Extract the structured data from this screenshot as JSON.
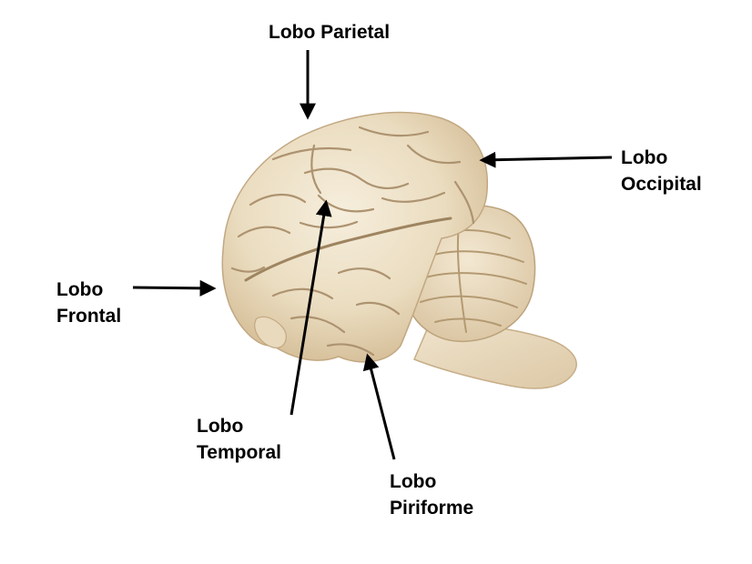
{
  "labels": {
    "parietal": {
      "line1": "Lobo Parietal",
      "line2": ""
    },
    "occipital": {
      "line1": "Lobo",
      "line2": "Occipital"
    },
    "frontal": {
      "line1": "Lobo",
      "line2": "Frontal"
    },
    "temporal": {
      "line1": "Lobo",
      "line2": "Temporal"
    },
    "piriforme": {
      "line1": "Lobo",
      "line2": "Piriforme"
    }
  },
  "colors": {
    "text": "#000000",
    "arrow": "#000000",
    "background": "#ffffff",
    "tissue_light": "#f3ead7",
    "tissue_mid": "#e6d6b8",
    "tissue_dark": "#c9b08a",
    "sulcus": "#a88e68"
  },
  "icons": {
    "specimen": "brain-specimen-photo",
    "pointer": "arrow-pointer"
  }
}
